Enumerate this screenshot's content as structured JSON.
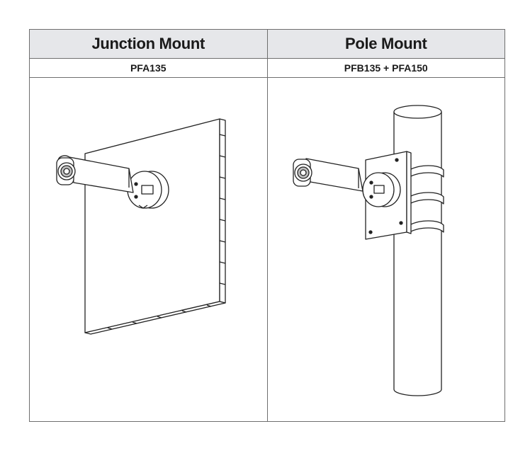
{
  "table": {
    "headers": [
      "Junction Mount",
      "Pole Mount"
    ],
    "models": [
      "PFA135",
      "PFB135 + PFA150"
    ]
  },
  "figures": {
    "left": "junction-mount-illustration",
    "right": "pole-mount-illustration"
  },
  "colors": {
    "header_bg": "#e6e7ea",
    "border": "#6e6e6e"
  }
}
